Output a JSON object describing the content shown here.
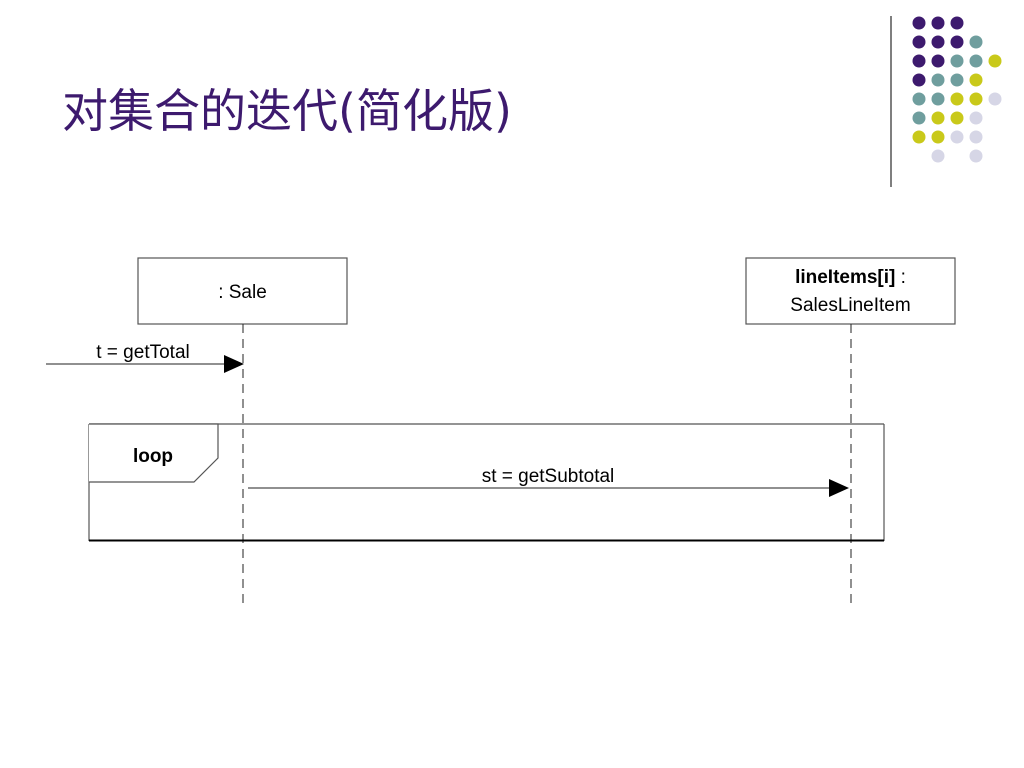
{
  "slide": {
    "title": "对集合的迭代(简化版)"
  },
  "colors": {
    "title": "#3d1a6e",
    "dot_purple": "#3d1a6e",
    "dot_teal": "#6f9e9e",
    "dot_olive": "#c9c91a",
    "dot_lavender": "#d6d6e6",
    "divider": "#555555"
  },
  "diagram": {
    "lifeline_sale": {
      "label": ": Sale"
    },
    "lifeline_lineitems": {
      "label_bold": "lineItems[i]",
      "label_rest": " :",
      "label_line2": "SalesLineItem"
    },
    "message_gettotal": {
      "label": "t = getTotal"
    },
    "loop_fragment": {
      "label": "loop"
    },
    "message_getsubtotal": {
      "label": "st = getSubtotal"
    }
  }
}
